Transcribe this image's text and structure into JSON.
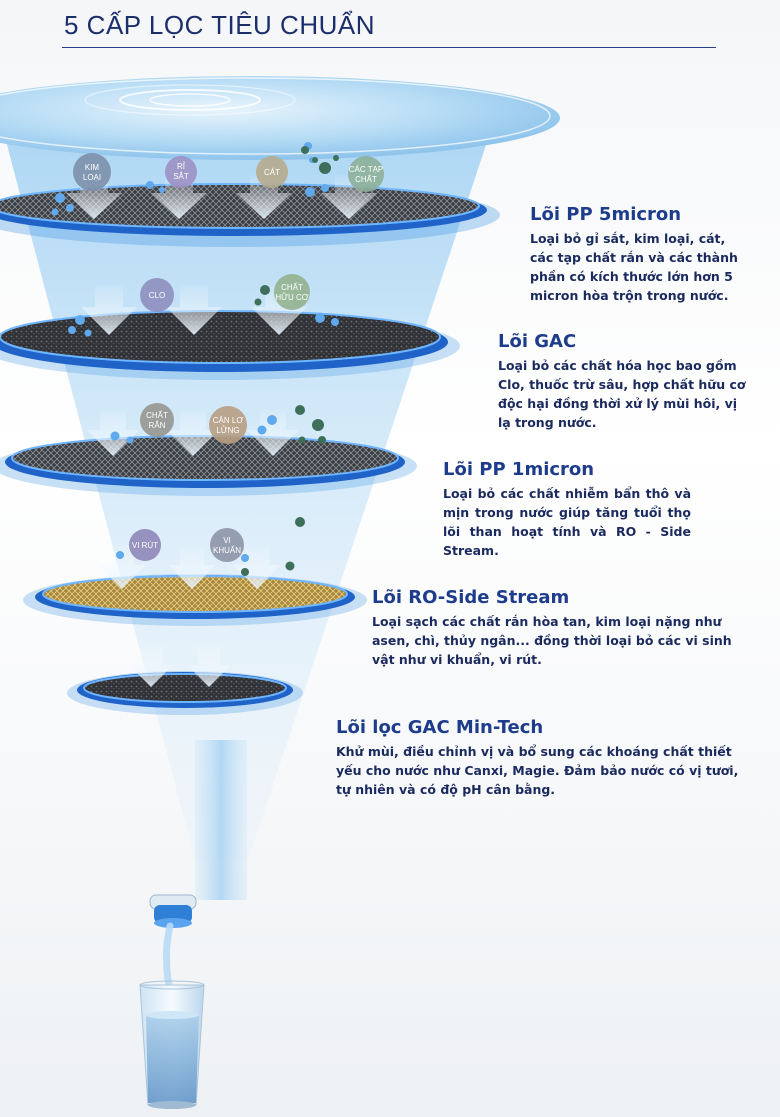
{
  "title": "5 CẤP LỌC TIÊU CHUẨN",
  "stages": [
    {
      "title": "Lõi PP 5micron",
      "description": "Loại bỏ gỉ sắt, kim loại, cát, các tạp chất rắn và các thành phần có kích thước lớn hơn 5 micron hòa trộn trong nước.",
      "particles": [
        [
          "KIM",
          "LOẠI"
        ],
        [
          "RỈ",
          "SẮT"
        ],
        [
          "CÁT"
        ],
        [
          "CÁC TẠP",
          "CHẤT"
        ]
      ]
    },
    {
      "title": "Lõi GAC",
      "description": "Loại bỏ các chất hóa học bao gồm Clo, thuốc trừ sâu, hợp chất hữu cơ độc hại đồng thời xử lý mùi hôi, vị lạ trong nước.",
      "particles": [
        [
          "CLO"
        ],
        [
          "CHẤT",
          "HỮU CƠ"
        ]
      ]
    },
    {
      "title": "Lõi PP 1micron",
      "description": "Loại bỏ các chất nhiễm bẩn thô và mịn trong nước giúp tăng tuổi thọ lõi than hoạt tính và RO - Side Stream.",
      "particles": [
        [
          "CHẤT",
          "RẮN"
        ],
        [
          "CẶN LƠ",
          "LỬNG"
        ]
      ]
    },
    {
      "title": "Lõi RO-Side Stream",
      "description": "Loại sạch các chất rắn hòa tan, kim loại nặng như asen, chì, thủy ngân... đồng thời loại bỏ các vi sinh vật như vi khuẩn, vi rút.",
      "particles": [
        [
          "VI RÚT"
        ],
        [
          "VI",
          "KHUẨN"
        ]
      ]
    },
    {
      "title": "Lõi lọc GAC Min-Tech",
      "description": "Khử mùi, điều chỉnh vị và bổ sung các khoáng chất thiết yếu cho nước như Canxi, Magie. Đảm bảo nước có vị tươi, tự nhiên và có độ pH cân bằng.",
      "particles": []
    }
  ],
  "colors": {
    "title": "#1d2f6b",
    "stage_title": "#1e3c8c",
    "water": "#6aa8e0",
    "ring": "#3f8fe0",
    "sediment": "#c9a652"
  }
}
